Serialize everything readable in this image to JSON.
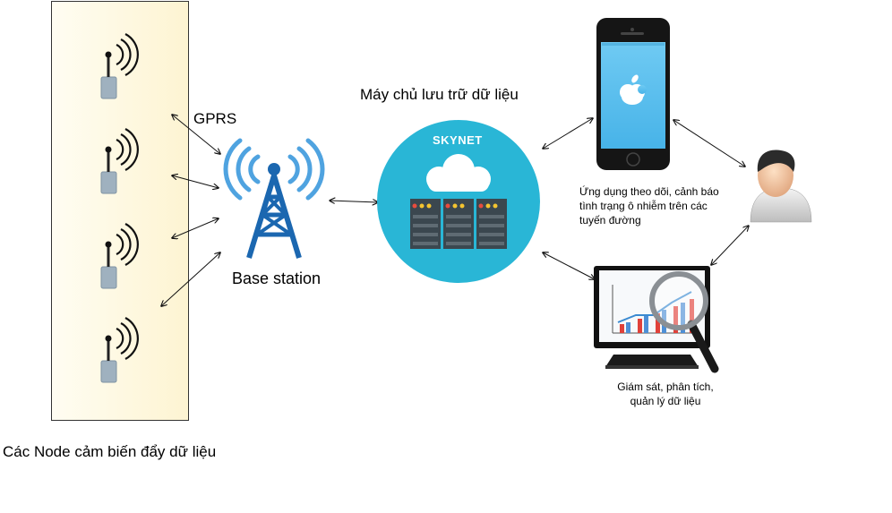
{
  "labels": {
    "gprs": "GPRS",
    "base_station": "Base station",
    "server": "Máy chủ lưu trữ dữ liệu",
    "skynet": "SKYNET",
    "nodes": "Các Node cảm biến đẩy dữ liệu",
    "phone_caption": [
      "Ứng dụng theo dõi, cảnh báo",
      "tình trạng ô nhiễm trên các",
      "tuyến đường"
    ],
    "monitor_caption": [
      "Giám sát, phân tích,",
      "quản lý dữ liệu"
    ]
  },
  "colors": {
    "server_circle": "#29b6d6",
    "tower": "#1b67b0",
    "signal": "#4fa3e0",
    "sensor_body": "#9fb1bf",
    "phone_screen": "#5cc0ee"
  },
  "icons": [
    "sensor-node-icon",
    "cell-tower-icon",
    "cloud-server-icon",
    "smartphone-icon",
    "apple-logo-icon",
    "user-avatar-icon",
    "monitor-chart-icon",
    "magnifier-icon"
  ]
}
